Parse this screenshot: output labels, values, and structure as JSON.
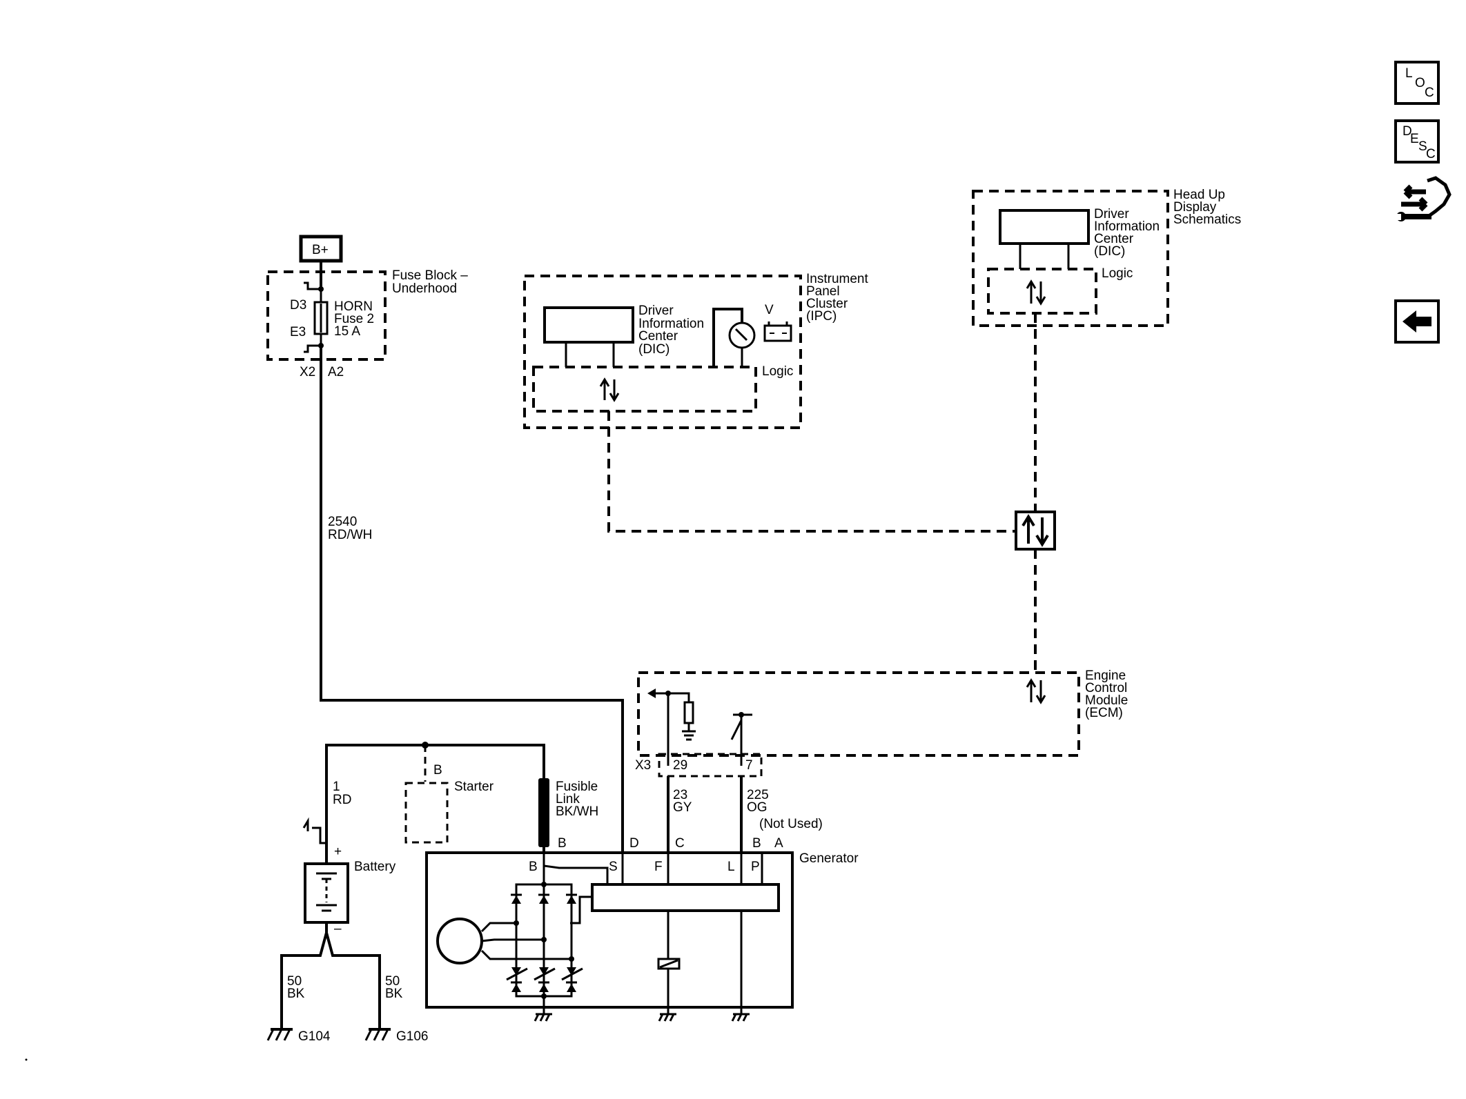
{
  "side_buttons": {
    "loc": [
      "L",
      "O",
      "C"
    ],
    "desc": [
      "D",
      "E",
      "S",
      "C"
    ]
  },
  "power": {
    "bplus": "B+"
  },
  "fuse_block": {
    "title": [
      "Fuse Block –",
      "Underhood"
    ],
    "pin_top": "D3",
    "pin_bottom": "E3",
    "fuse_label": [
      "HORN",
      "Fuse 2",
      "15 A"
    ],
    "conn_x2": "X2",
    "conn_a2": "A2"
  },
  "wire_2540": [
    "2540",
    "RD/WH"
  ],
  "ipc": {
    "title": [
      "Instrument",
      "Panel",
      "Cluster",
      "(IPC)"
    ],
    "dic_label": [
      "Driver",
      "Information",
      "Center",
      "(DIC)"
    ],
    "logic": "Logic",
    "volt": "V"
  },
  "hud": {
    "title": [
      "Head Up",
      "Display",
      "Schematics"
    ],
    "dic_label": [
      "Driver",
      "Information",
      "Center",
      "(DIC)"
    ],
    "logic": "Logic"
  },
  "ecm": {
    "title": [
      "Engine",
      "Control",
      "Module",
      "(ECM)"
    ],
    "conn_x3": "X3",
    "pin_29": "29",
    "pin_7": "7"
  },
  "wire_23": [
    "23",
    "GY"
  ],
  "wire_225": [
    "225",
    "OG"
  ],
  "not_used": "(Not Used)",
  "wire_1": [
    "1",
    "RD"
  ],
  "starter": {
    "pin": "B",
    "label": "Starter"
  },
  "fusible_link": [
    "Fusible",
    "Link",
    "BK/WH"
  ],
  "generator": {
    "title": "Generator",
    "pins_outer": [
      "B",
      "D",
      "C",
      "B",
      "A"
    ],
    "pins_inner": [
      "B",
      "S",
      "F",
      "L",
      "P"
    ]
  },
  "battery": {
    "label": "Battery",
    "plus": "+",
    "minus": "–"
  },
  "grounds": [
    {
      "wire": [
        "50",
        "BK"
      ],
      "name": "G104"
    },
    {
      "wire": [
        "50",
        "BK"
      ],
      "name": "G106"
    }
  ]
}
